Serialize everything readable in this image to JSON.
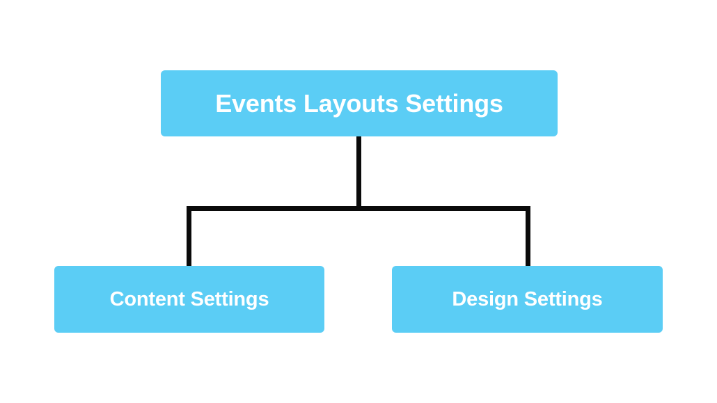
{
  "diagram": {
    "type": "org-chart",
    "background_color": "#ffffff",
    "node_color": "#5bcdf5",
    "node_text_color": "#ffffff",
    "connector_color": "#0a0a0a",
    "root": {
      "id": "events-layouts-settings",
      "label": "Events Layouts Settings"
    },
    "children": [
      {
        "id": "content-settings",
        "label": "Content Settings"
      },
      {
        "id": "design-settings",
        "label": "Design Settings"
      }
    ]
  }
}
